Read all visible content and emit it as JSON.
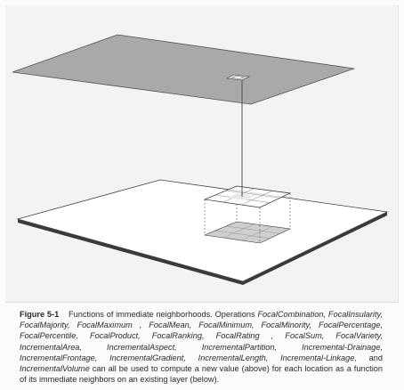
{
  "figure": {
    "label": "Figure 5-1",
    "caption_intro": "Functions of immediate neighborhoods. Operations",
    "ops_group1": "FocalCombination, FocalInsularity, FocalMajority, FocalMaximum , FocalMean, FocalMinimum, FocalMinority, FocalPercentage, FocalPercentile, FocalProduct, FocalRanking, FocalRating  , FocalSum, FocalVariety, IncrementalArea, IncrementalAspect, IncrementalPartition, Incremental-Drainage, IncrementalFrontage, IncrementalGradient, IncrementalLength, Incremental-Linkage,",
    "and_word": "and",
    "ops_group2": "IncrementalVolume",
    "caption_end": "can all be used to compute a new value (above) for each location as a function of its immediate neighbors on an existing layer (below).",
    "colors": {
      "upper_layer": "#a9a9a7",
      "lower_layer": "#ffffff",
      "outline": "#444444",
      "panel": "#f3f3f1"
    }
  }
}
